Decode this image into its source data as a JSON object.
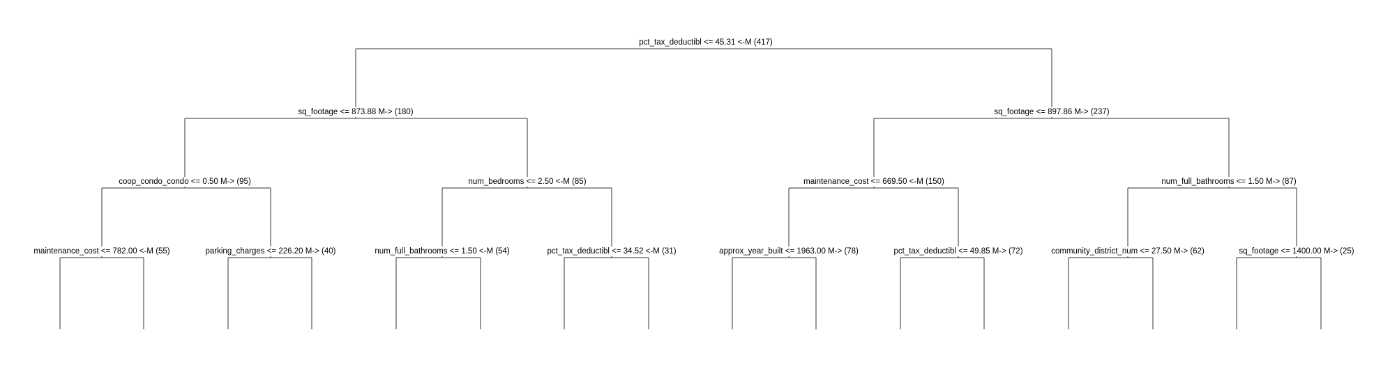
{
  "tree": {
    "root": {
      "label": "pct_tax_deductibl <= 45.31 <-M (417)",
      "left": {
        "label": "sq_footage <= 873.88 M-> (180)",
        "left": {
          "label": "coop_condo_condo <= 0.50 M-> (95)",
          "left": {
            "label": "maintenance_cost <= 782.00 <-M (55)"
          },
          "right": {
            "label": "parking_charges <= 226.20 M-> (40)"
          }
        },
        "right": {
          "label": "num_bedrooms <= 2.50 <-M (85)",
          "left": {
            "label": "num_full_bathrooms <= 1.50 <-M (54)"
          },
          "right": {
            "label": "pct_tax_deductibl <= 34.52 <-M (31)"
          }
        }
      },
      "right": {
        "label": "sq_footage <= 897.86 M-> (237)",
        "left": {
          "label": "maintenance_cost <= 669.50 <-M (150)",
          "left": {
            "label": "approx_year_built <= 1963.00 M-> (78)"
          },
          "right": {
            "label": "pct_tax_deductibl <= 49.85 M-> (72)"
          }
        },
        "right": {
          "label": "num_full_bathrooms <= 1.50 M-> (87)",
          "left": {
            "label": "community_district_num <= 27.50 M-> (62)"
          },
          "right": {
            "label": "sq_footage <= 1400.00 M-> (25)"
          }
        }
      }
    }
  }
}
